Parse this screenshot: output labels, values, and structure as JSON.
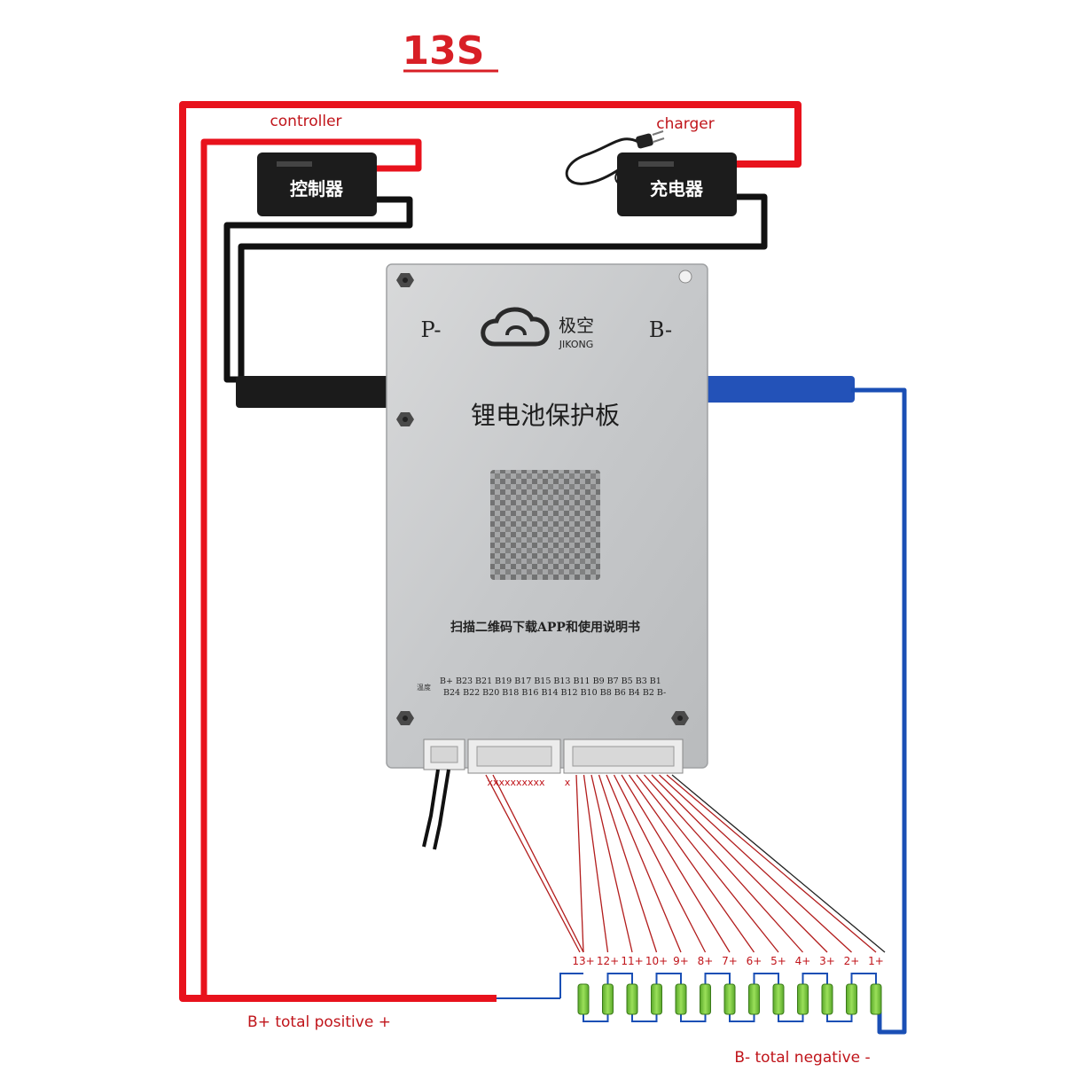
{
  "title": "13S",
  "labels": {
    "controller": "controller",
    "charger": "charger",
    "controller_box": "控制器",
    "charger_box": "充电器",
    "b_plus_total": "B+ total positive +",
    "b_minus_total": "B- total negative -"
  },
  "board": {
    "p_minus": "P-",
    "b_minus": "B-",
    "brand_cn": "极空",
    "brand_en": "JIKONG",
    "heading": "锂电池保护板",
    "scan_text": "扫描二维码下载APP和使用说明书",
    "temp_label": "温度",
    "pins_top": "B+  B23  B21  B19  B17  B15  B13  B11  B9  B7  B5  B3  B1",
    "pins_bottom": "B24  B22  B20  B18  B16  B14  B12  B10  B8  B6  B4  B2  B-",
    "unused_mark": "xxxxxxxxxx",
    "unused_mark_single": "x"
  },
  "cells": [
    "13+",
    "12+",
    "11+",
    "10+",
    "9+",
    "8+",
    "7+",
    "6+",
    "5+",
    "4+",
    "3+",
    "2+",
    "1+"
  ],
  "colors": {
    "positive_wire": "#e8121c",
    "negative_wire": "#1a4fb5",
    "black_wire": "#111111",
    "sense_wire": "#b21c1c",
    "title_red": "#d81f26",
    "label_red": "#c0141a",
    "cell_green": "#7ccf3a",
    "board_gray": "#c9cbcd"
  }
}
